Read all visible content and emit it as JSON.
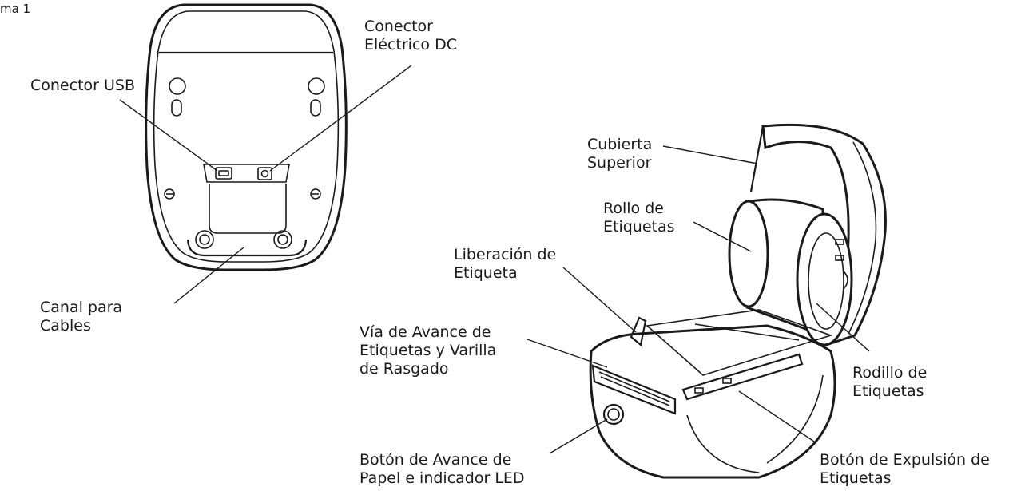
{
  "figure_label": "ma 1",
  "labels": {
    "dc_connector": [
      "Conector",
      "Eléctrico DC"
    ],
    "usb_connector": [
      "Conector USB"
    ],
    "cable_channel": [
      "Canal para",
      "Cables"
    ],
    "top_cover": [
      "Cubierta",
      "Superior"
    ],
    "label_roll": [
      "Rollo de",
      "Etiquetas"
    ],
    "label_release": [
      "Liberación de",
      "Etiqueta"
    ],
    "label_path": [
      "Vía de Avance de",
      "Etiquetas y Varilla",
      "de Rasgado"
    ],
    "label_spool": [
      "Rodillo de",
      "Etiquetas"
    ],
    "feed_button": [
      "Botón de Avance de",
      "Papel e indicador LED"
    ],
    "eject_button": [
      "Botón de Expulsión de",
      "Etiquetas"
    ]
  }
}
